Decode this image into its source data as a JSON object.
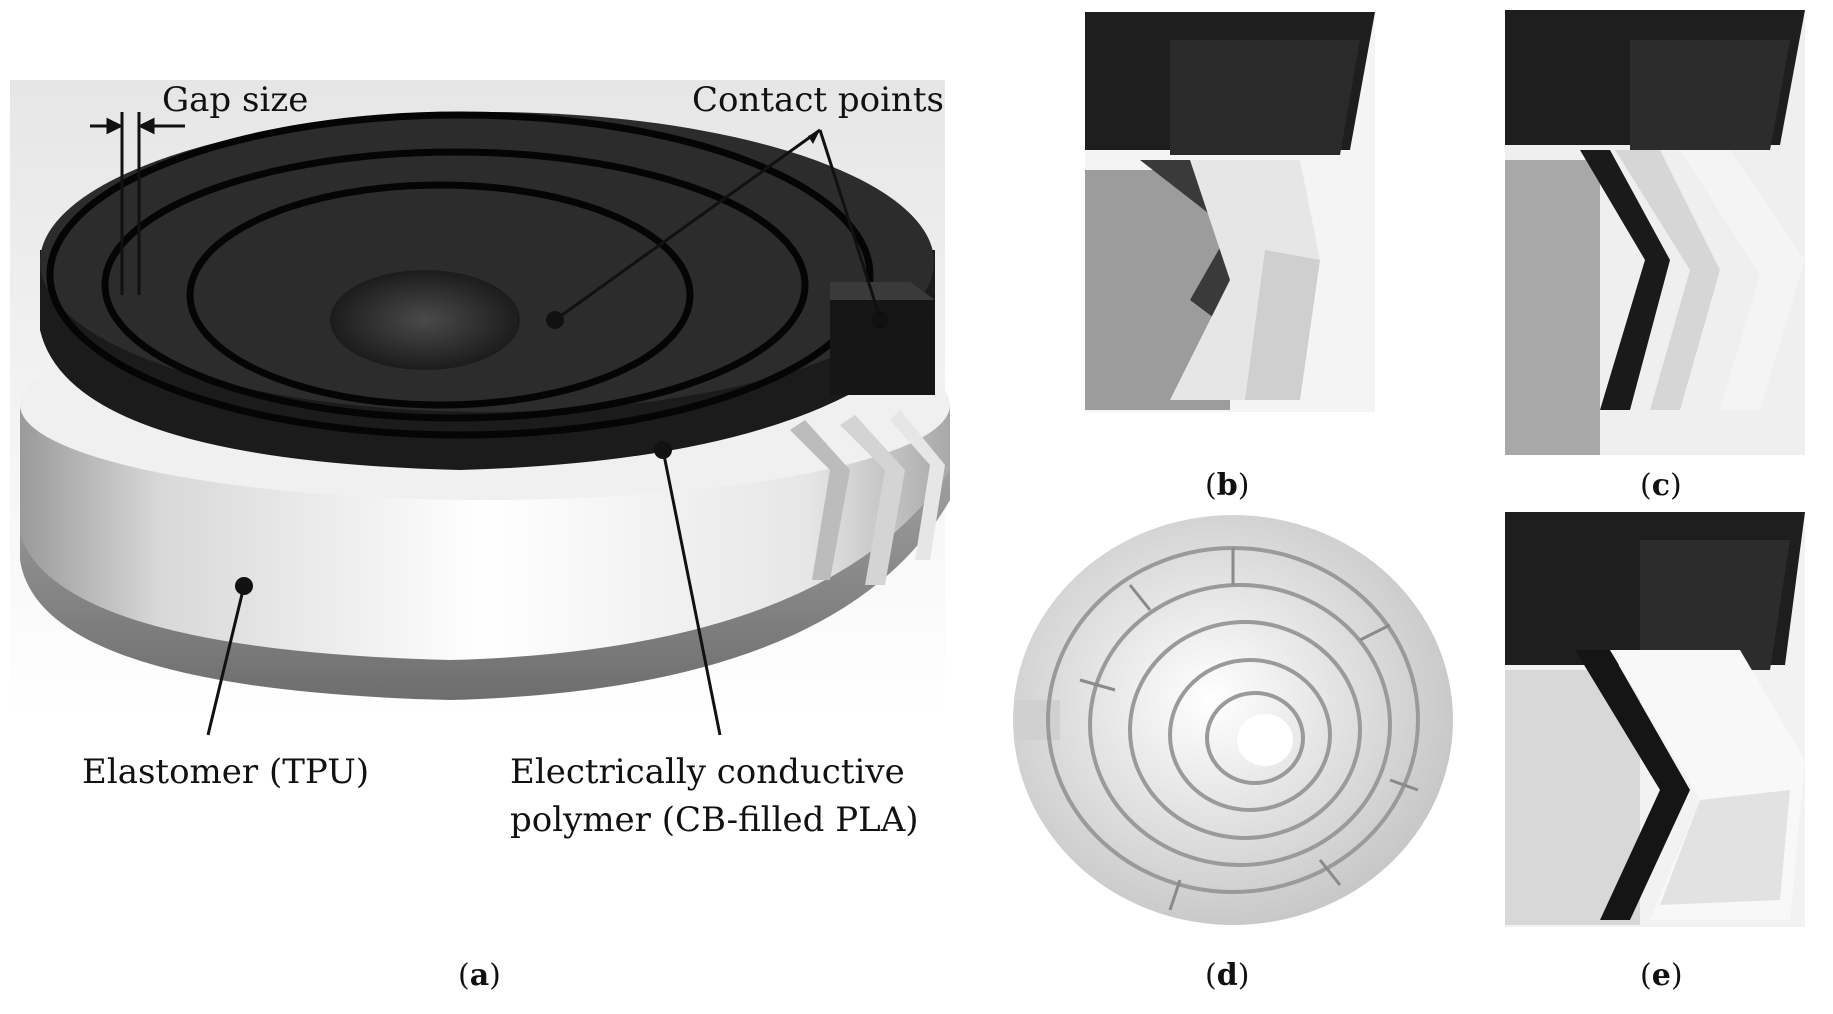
{
  "labels": {
    "gap_size": "Gap size",
    "contact_points": "Contact points",
    "elastomer": "Elastomer (TPU)",
    "conductive_line1": "Electrically conductive",
    "conductive_line2": "polymer (CB-filled PLA)"
  },
  "captions": {
    "a": "a",
    "b": "b",
    "c": "c",
    "d": "d",
    "e": "e"
  }
}
